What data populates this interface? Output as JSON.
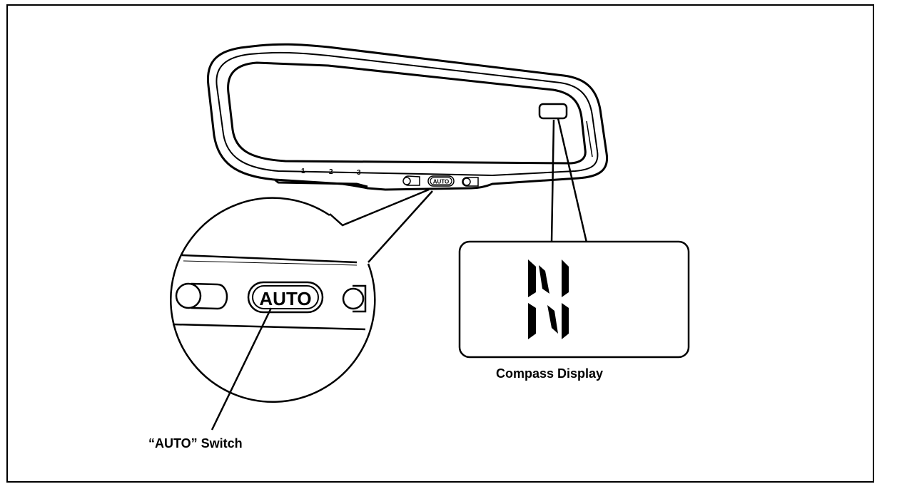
{
  "mirror": {
    "mode_numbers": [
      "1",
      "2",
      "3"
    ],
    "small_auto_button_label": "AUTO"
  },
  "inset_left": {
    "auto_button_label": "AUTO"
  },
  "compass": {
    "heading_letter": "N"
  },
  "labels": {
    "auto_switch": "“AUTO” Switch",
    "compass_display": "Compass Display"
  },
  "colors": {
    "ink": "#000000",
    "paper": "#ffffff"
  }
}
